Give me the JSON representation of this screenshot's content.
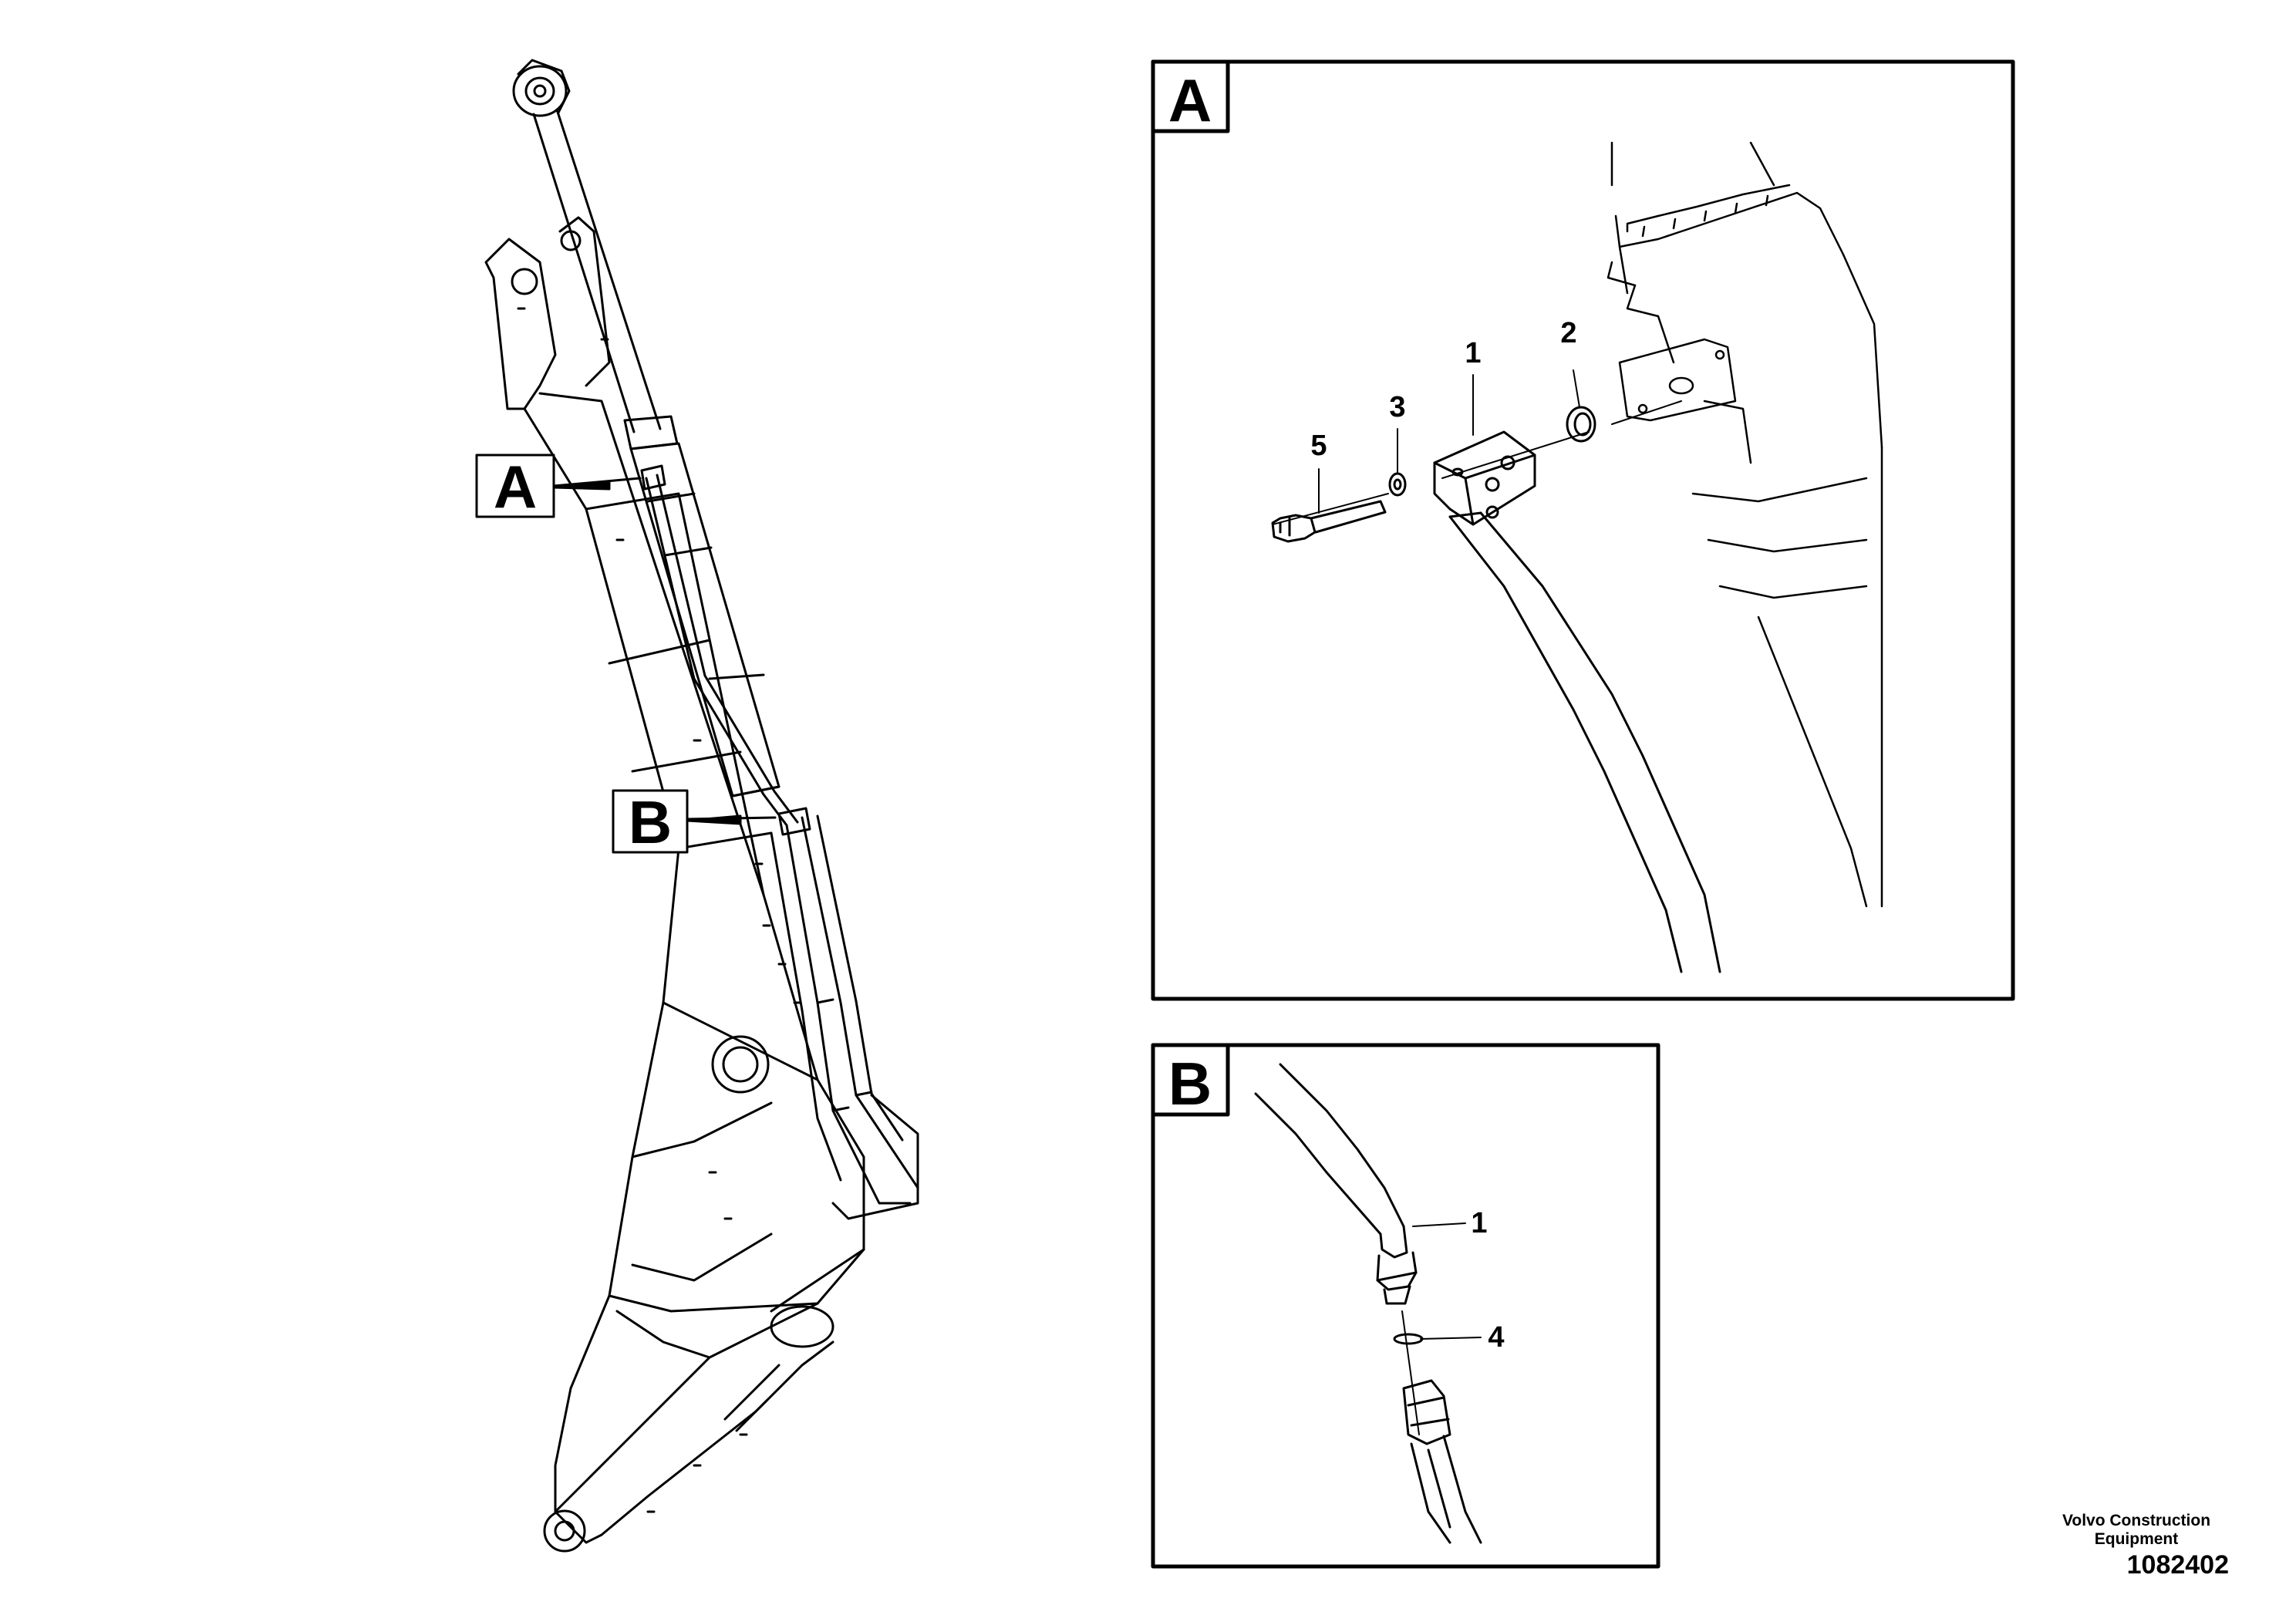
{
  "overview": {
    "callout_a": "A",
    "callout_b": "B"
  },
  "detail_a": {
    "letter": "A",
    "parts": [
      "1",
      "2",
      "3",
      "5"
    ]
  },
  "detail_b": {
    "letter": "B",
    "parts": [
      "1",
      "4"
    ]
  },
  "footer": {
    "brand_line1": "Volvo Construction",
    "brand_line2": "Equipment",
    "drawing_number": "1082402"
  }
}
